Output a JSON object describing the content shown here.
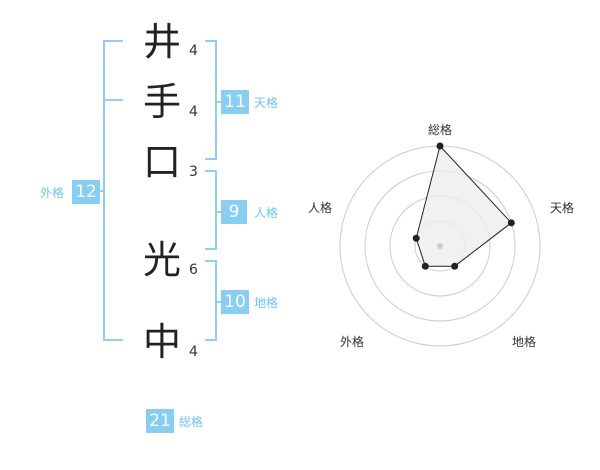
{
  "name": {
    "chars": [
      {
        "char": "井",
        "strokes": "4"
      },
      {
        "char": "手",
        "strokes": "4"
      },
      {
        "char": "口",
        "strokes": "3"
      },
      {
        "char": "光",
        "strokes": "6"
      },
      {
        "char": "中",
        "strokes": "4"
      }
    ]
  },
  "fortune": {
    "tenkaku": {
      "value": "11",
      "label": "天格"
    },
    "jinkaku": {
      "value": "9",
      "label": "人格"
    },
    "chikaku": {
      "value": "10",
      "label": "地格"
    },
    "gaikaku": {
      "value": "12",
      "label": "外格"
    },
    "soukaku": {
      "value": "21",
      "label": "総格"
    }
  },
  "chart_data": {
    "type": "radar",
    "axes": [
      "総格",
      "天格",
      "地格",
      "外格",
      "人格"
    ],
    "values": [
      4,
      3,
      1,
      1,
      1
    ],
    "max": 4,
    "rings": 4,
    "colors": {
      "fill": "#eeeeee",
      "line": "#222222",
      "grid": "#cccccc"
    }
  }
}
